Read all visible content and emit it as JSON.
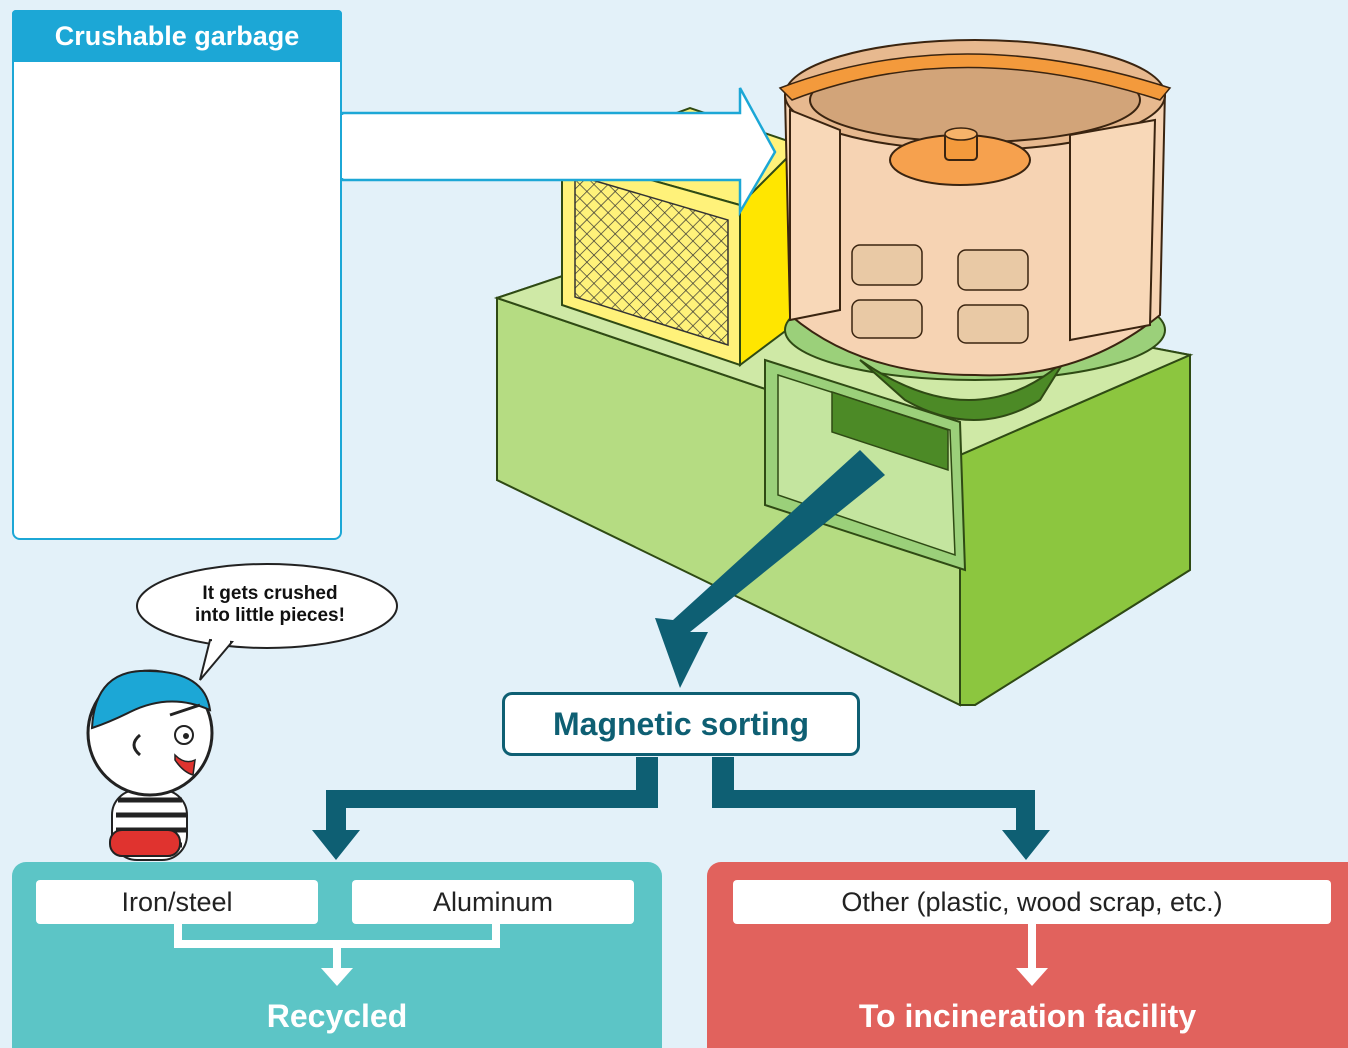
{
  "panel": {
    "title": "Crushable garbage"
  },
  "character": {
    "speech_line1": "It gets crushed",
    "speech_line2": "into little pieces!"
  },
  "process": {
    "sorting_label": "Magnetic sorting"
  },
  "recycle": {
    "item1": "Iron/steel",
    "item2": "Aluminum",
    "result": "Recycled"
  },
  "incineration": {
    "item": "Other (plastic, wood scrap, etc.)",
    "result": "To incineration facility"
  },
  "colors": {
    "accent_blue": "#1ca7d6",
    "dark_teal": "#0e5f73",
    "recycle_teal": "#5cc5c6",
    "incineration_red": "#e1625d",
    "machine_green": "#8cc63f"
  }
}
